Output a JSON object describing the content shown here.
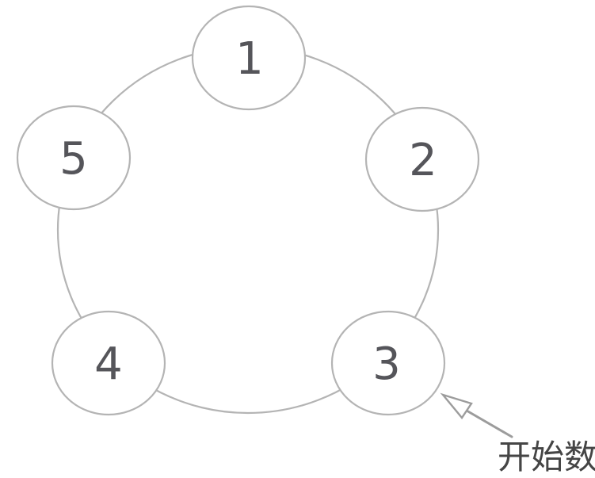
{
  "diagram": {
    "nodes": [
      {
        "label": "1"
      },
      {
        "label": "2"
      },
      {
        "label": "3"
      },
      {
        "label": "4"
      },
      {
        "label": "5"
      }
    ],
    "annotation": {
      "label": "开始数",
      "points_to_node": "3"
    }
  },
  "colors": {
    "background": "#ffffff",
    "ring-stroke": "#b4b4b4",
    "node-fill": "#ffffff",
    "node-number": "#55555a",
    "arrow": "#9c9c9c",
    "annotation-text": "#454545"
  }
}
